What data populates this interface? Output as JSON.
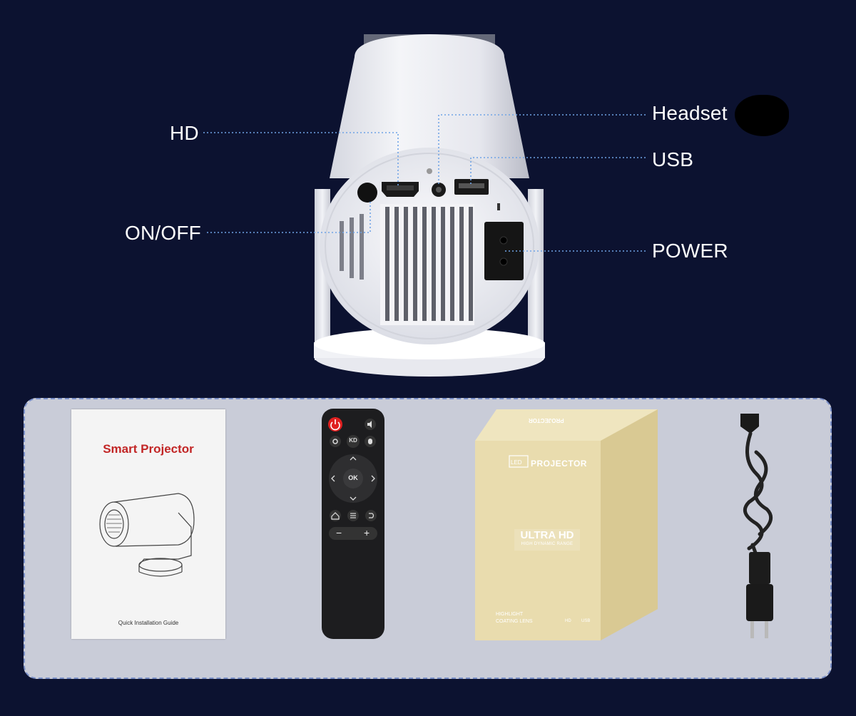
{
  "callouts": {
    "hd": "HD",
    "headset": "Headset",
    "usb": "USB",
    "on_off": "ON/OFF",
    "power": "POWER"
  },
  "accessories": {
    "manual": {
      "title": "Smart Projector",
      "footer": "Quick Installation Guide"
    },
    "remote": {
      "ok_label": "OK",
      "kd_label": "KD",
      "minus": "−",
      "plus": "+"
    },
    "box": {
      "brand": "PROJECTOR",
      "brand_top": "PROJECTOR",
      "ultra_hd": "ULTRA HD",
      "ultra_hd_sub": "HIGH DYNAMIC RANGE",
      "led_badge": "LED",
      "coating_line1": "HIGHLIGHT",
      "coating_line2": "COATING LENS",
      "port_hd": "HD",
      "port_usb": "USB"
    }
  },
  "colors": {
    "background": "#0c1230",
    "tray": "#c9ccd8",
    "dotted_line": "#6fa3e6",
    "manual_title": "#c22626",
    "power_button": "#e02020",
    "box": "#e9dcae"
  }
}
